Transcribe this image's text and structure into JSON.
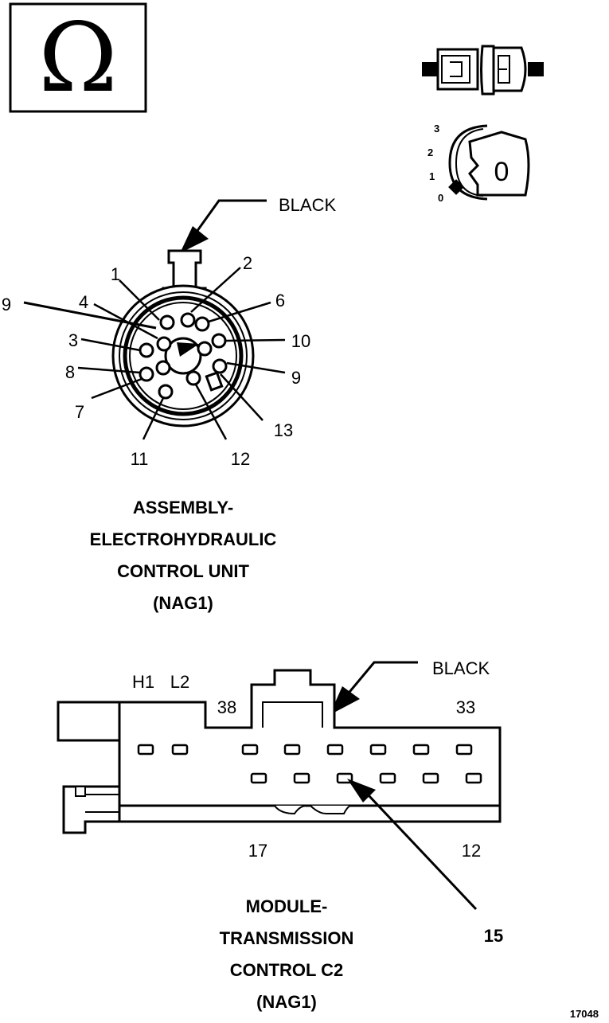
{
  "meter_icon": {
    "symbol": "Ω",
    "icon": "ohm-meter-icon"
  },
  "ignition_key": {
    "positions": [
      "3",
      "2",
      "1",
      "0"
    ],
    "key_label": "0",
    "icon": "ignition-key-icon"
  },
  "connector_disconnect_icon": "connector-disconnect-icon",
  "top_connector": {
    "color_label": "BLACK",
    "pins": [
      "1",
      "2",
      "9",
      "4",
      "6",
      "3",
      "10",
      "8",
      "9",
      "7",
      "13",
      "11",
      "12"
    ],
    "title_lines": [
      "ASSEMBLY-",
      "ELECTROHYDRAULIC",
      "CONTROL UNIT",
      "(NAG1)"
    ]
  },
  "bottom_connector": {
    "color_label": "BLACK",
    "top_labels": [
      "H1",
      "L2",
      "38",
      "33"
    ],
    "bottom_labels": [
      "17",
      "12"
    ],
    "callout": "15",
    "title_lines": [
      "MODULE-",
      "TRANSMISSION",
      "CONTROL C2",
      "(NAG1)"
    ]
  },
  "figure_number": "17048"
}
